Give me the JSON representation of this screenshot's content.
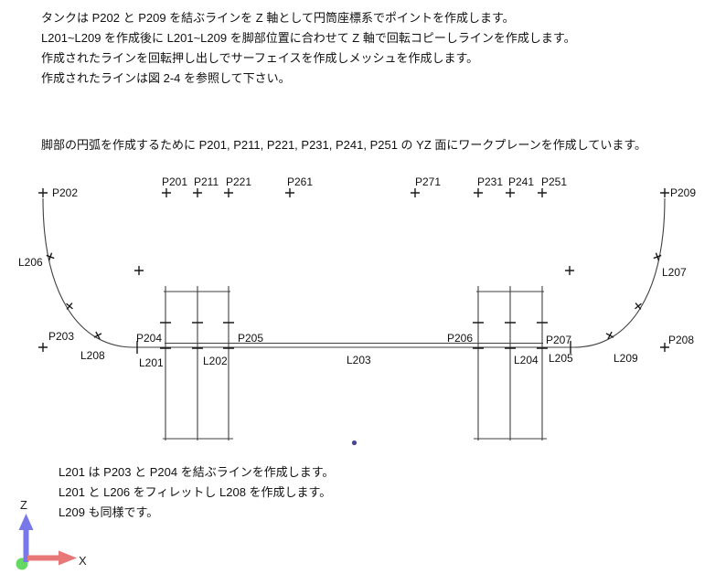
{
  "intro": {
    "lines": [
      "タンクは P202 と P209 を結ぶラインを Z 軸として円筒座標系でポイントを作成します。",
      "L201~L209 を作成後に L201~L209 を脚部位置に合わせて Z 軸で回転コピーしラインを作成します。",
      "作成されたラインを回転押し出しでサーフェイスを作成しメッシュを作成します。",
      "作成されたラインは図 2-4 を参照して下さい。"
    ]
  },
  "workplane_note": "脚部の円弧を作成するために P201, P211, P221, P231, P241, P251 の YZ 面にワークプレーンを作成しています。",
  "notes": {
    "lines": [
      "L201 は P203 と P204 を結ぶラインを作成します。",
      "L201 と L206 をフィレットし L208 を作成します。",
      "L209 も同様です。"
    ]
  },
  "diagram": {
    "points": {
      "p201": "P201",
      "p202": "P202",
      "p203": "P203",
      "p204": "P204",
      "p205": "P205",
      "p206": "P206",
      "p207": "P207",
      "p208": "P208",
      "p209": "P209",
      "p211": "P211",
      "p221": "P221",
      "p231": "P231",
      "p241": "P241",
      "p251": "P251",
      "p261": "P261",
      "p271": "P271"
    },
    "lines": {
      "l201": "L201",
      "l202": "L202",
      "l203": "L203",
      "l204": "L204",
      "l205": "L205",
      "l206": "L206",
      "l207": "L207",
      "l208": "L208",
      "l209": "L209"
    },
    "axis": {
      "z": "Z",
      "x": "X"
    },
    "colors": {
      "line": "#3f3f3f",
      "marker": "#1a1a1a",
      "text": "#111111",
      "axis_z_fill": "#7878e8",
      "axis_z_stroke": "#2a2ab0",
      "axis_x_fill": "#e87878",
      "axis_x_stroke": "#b02a2a",
      "origin_fill": "#63d863",
      "origin_stroke": "#2f8f2f",
      "dot": "#46469a"
    }
  }
}
